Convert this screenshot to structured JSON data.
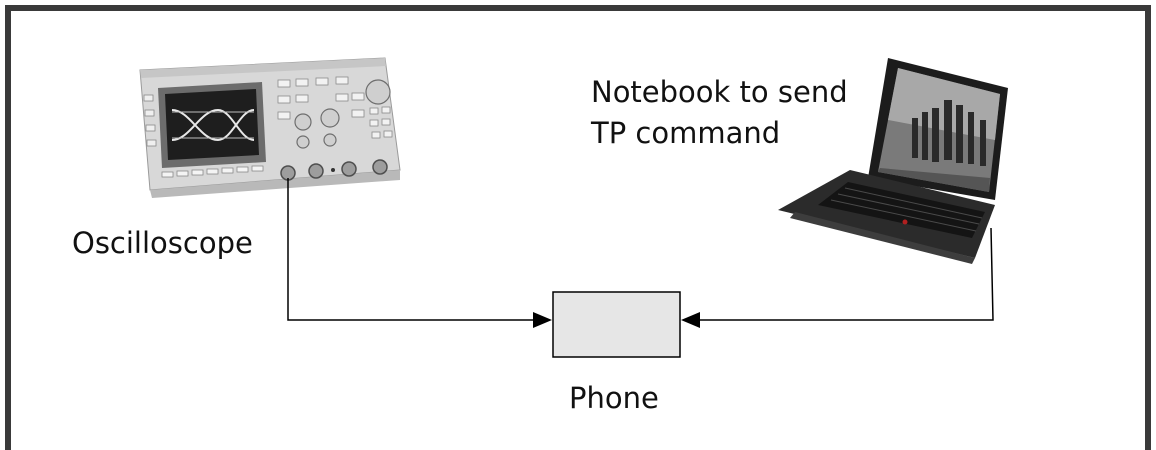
{
  "labels": {
    "oscilloscope": "Oscilloscope",
    "notebook_line1": "Notebook to send",
    "notebook_line2": "TP command",
    "phone": "Phone"
  },
  "colors": {
    "border": "#3a3a3a",
    "line": "#000000",
    "phone_fill": "#e6e6e6",
    "text": "#111111"
  },
  "nodes": [
    "Oscilloscope",
    "Notebook to send TP command",
    "Phone"
  ],
  "edges": [
    {
      "from": "Oscilloscope",
      "to": "Phone"
    },
    {
      "from": "Notebook to send TP command",
      "to": "Phone"
    }
  ]
}
